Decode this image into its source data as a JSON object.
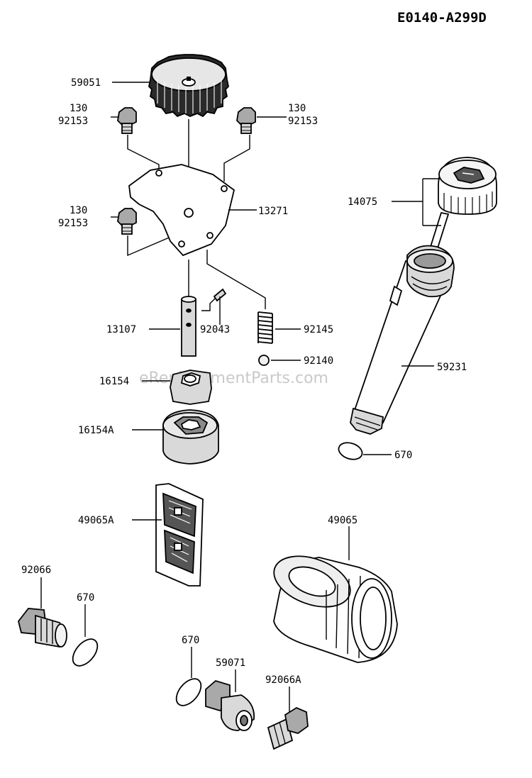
{
  "diagram_code": "E0140-A299D",
  "watermark": "eReplacementParts.com",
  "labels": {
    "gear": "59051",
    "bolt_tl_qty": "130",
    "bolt_tl_part": "92153",
    "bolt_tr_qty": "130",
    "bolt_tr_part": "92153",
    "bolt_ml_qty": "130",
    "bolt_ml_part": "92153",
    "cover": "13271",
    "shaft": "13107",
    "pin": "92043",
    "spring": "92145",
    "ball": "92140",
    "rotor_inner": "16154",
    "rotor_outer": "16154A",
    "dipstick": "14075",
    "tube": "59231",
    "oring_tube": "670",
    "screen": "49065A",
    "filter": "49065",
    "drain_plug": "92066",
    "oring_plug": "670",
    "oring_fitting": "670",
    "fitting": "59071",
    "plug_small": "92066A"
  }
}
